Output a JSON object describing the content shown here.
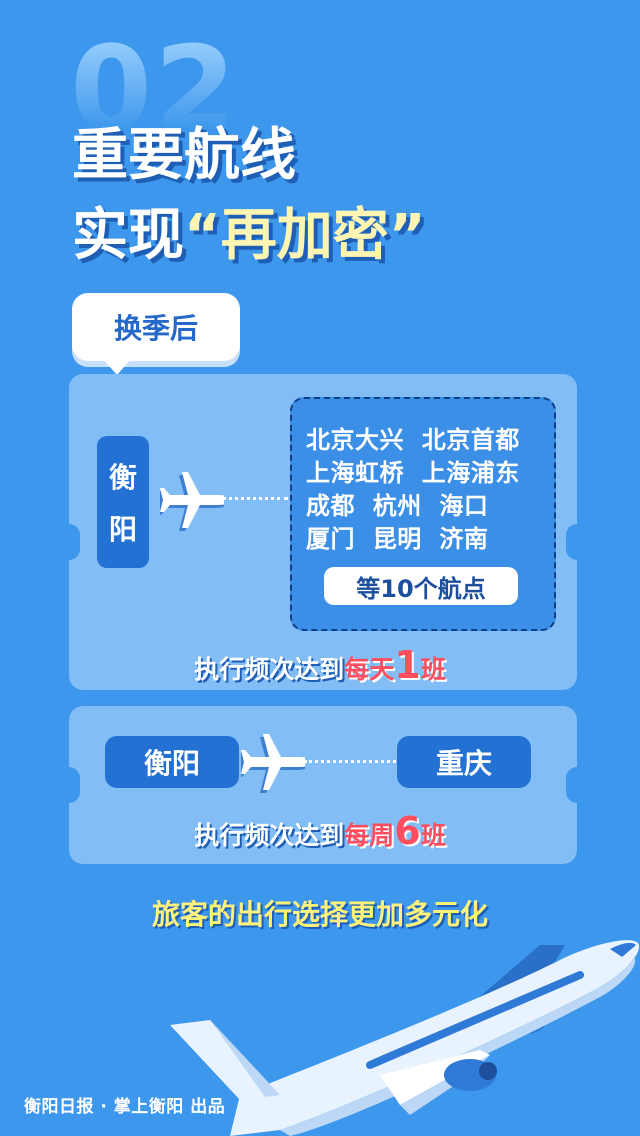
{
  "header": {
    "number": "02",
    "title_line1": "重要航线",
    "title_line2_prefix": "实现",
    "title_line2_highlight": "“再加密”"
  },
  "season_badge": "换季后",
  "ticket1": {
    "origin_chars": [
      "衡",
      "阳"
    ],
    "destination_lines": [
      "北京大兴  北京首都",
      "上海虹桥  上海浦东",
      "成都  杭州  海口",
      "厦门  昆明  济南"
    ],
    "destination_count": "等10个航点",
    "frequency_prefix": "执行频次达到",
    "frequency_unit1": "每天",
    "frequency_number": "1",
    "frequency_unit2": "班"
  },
  "ticket2": {
    "origin": "衡阳",
    "destination": "重庆",
    "frequency_prefix": "执行频次达到",
    "frequency_unit1": "每周",
    "frequency_number": "6",
    "frequency_unit2": "班"
  },
  "slogan": "旅客的出行选择更加多元化",
  "footer": "衡阳日报 · 掌上衡阳  出品",
  "colors": {
    "background": "#3d97ec",
    "ticket": "#82bdf5",
    "city_badge": "#2371d3",
    "highlight_red": "#ff4f5e",
    "slogan_yellow": "#fff27a"
  },
  "icons": [
    "airplane-icon",
    "airliner-illustration"
  ]
}
